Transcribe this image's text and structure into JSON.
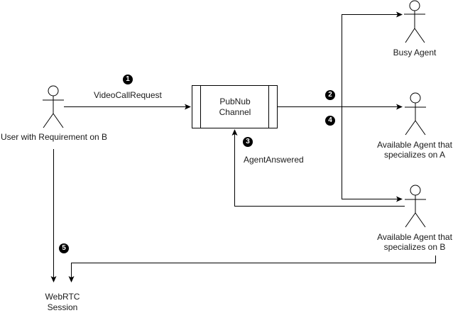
{
  "diagram": {
    "actors": {
      "user": {
        "label": "User with Requirement on B"
      },
      "busy_agent": {
        "label": "Busy Agent"
      },
      "agent_a": {
        "label_line1": "Available Agent that",
        "label_line2": "specializes on A"
      },
      "agent_b": {
        "label_line1": "Available Agent that",
        "label_line2": "specializes on B"
      }
    },
    "channel": {
      "line1": "PubNub",
      "line2": "Channel"
    },
    "session": {
      "line1": "WebRTC",
      "line2": "Session"
    },
    "messages": {
      "video_call_request": "VideoCallRequest",
      "agent_answered": "AgentAnswered"
    },
    "steps": [
      "1",
      "2",
      "3",
      "4",
      "5"
    ],
    "colors": {
      "stroke": "#000000",
      "text": "#1a1a1a",
      "badge": "#000000"
    }
  }
}
